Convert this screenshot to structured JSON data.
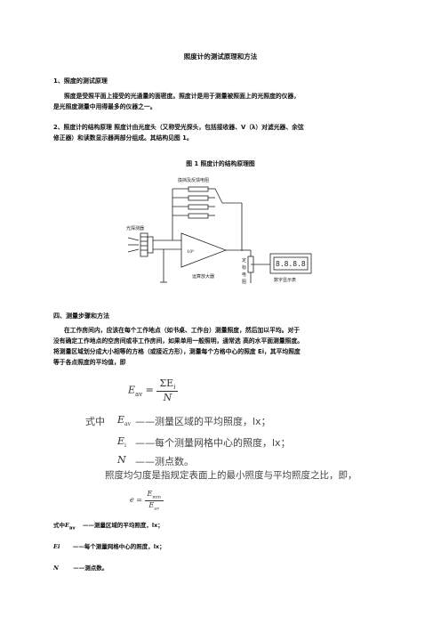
{
  "doc_title": "照度计的测试原理和方法",
  "s1": {
    "heading": "1、照度的测试原理",
    "para_line1": "照度是受照平面上接受的光通量的面密度。照度计是用于测量被照面上的光照度的仪器，",
    "para_line2": "是光照度测量中用得最多的仪器之一。"
  },
  "s2": {
    "line1": "2、照度计的结构原理 照度计由光度头（又称受光探头，包括接收器、V（λ）对滤光器、余弦",
    "line2": "修正器）和读数显示器两部分组成。其结构见图 1。"
  },
  "figure": {
    "caption": "图 1 照度计的结构原理图",
    "labels": {
      "feedback": "換挡及反馈电阻",
      "probe": "光探测器",
      "amp_mark": "10⁶",
      "amplifier": "运算放大器",
      "calib_1": "定",
      "calib_2": "标",
      "calib_3": "电",
      "calib_4": "阻",
      "display": "数字显示表",
      "display_digits": "8.8.8.8"
    }
  },
  "s4": {
    "heading": "四、测量步骤和方法",
    "line1": "在工作房间内，应该在每个工作地点（如书桌、工作台）测量照度，然后加以平均。对于",
    "line2": "没有确定工作地点的空房间或非工作房间，如果单用一般照明，通常选   高的水平面测量照度。",
    "line3": "将测量区域划分成大小相等的方格（或接近方形），测量每个方格中心的照度 Ei，其平均照度",
    "line4": "等于各点照度的平均值，即"
  },
  "formula1": {
    "lhs": "E",
    "lhs_sub": "av",
    "eq": " = ",
    "num": "ΣE",
    "num_sub": "i",
    "den": "N"
  },
  "where_big": {
    "row1_prefix": "式中",
    "row1_sym": "E",
    "row1_sub": "av",
    "row1_text": "——测量区域的平均照度，lx；",
    "row2_sym": "E",
    "row2_sub": "i",
    "row2_text": "——每个测量网格中心的照度，lx；",
    "row3_sym": "N",
    "row3_text": "——测点数。",
    "uniformity": "照度均匀度是指规定表面上的最小照度与平均照度之比，即，"
  },
  "formula2": {
    "lhs": "e",
    "eq": " = ",
    "num": "E",
    "num_sub": "min",
    "den": "E",
    "den_sub": "av"
  },
  "where_small": {
    "row1_prefix": "式中",
    "row1_sym": "E",
    "row1_sub": "av",
    "row1_text": "——测量区域的平均照度，lx；",
    "row2_sym": "Ei",
    "row2_text": "——每个测量网格中心的照度，lx；",
    "row3_sym": "N",
    "row3_text": "——测点数。"
  }
}
